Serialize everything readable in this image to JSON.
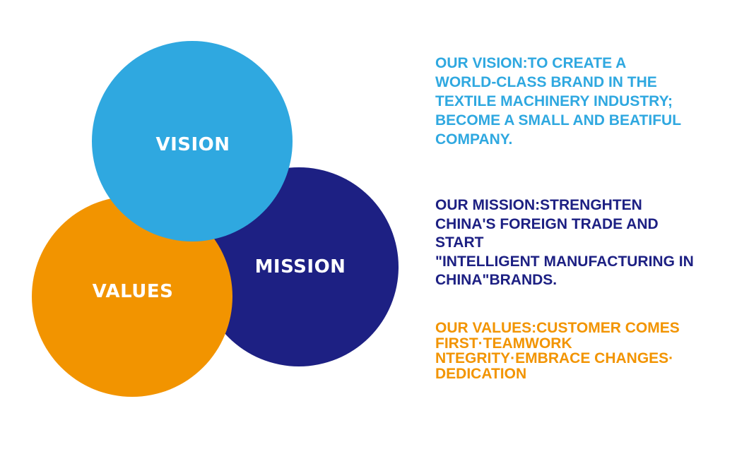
{
  "colors": {
    "vision": "#2FA8E0",
    "mission": "#1D2083",
    "values": "#F29400"
  },
  "circles": {
    "vision": "VISION",
    "mission": "MISSION",
    "values": "VALUES"
  },
  "statements": {
    "vision": [
      "OUR VISION:TO CREATE A",
      "WORLD-CLASS BRAND IN THE",
      "TEXTILE MACHINERY INDUSTRY;",
      "BECOME A SMALL AND BEATIFUL",
      "COMPANY."
    ],
    "mission": [
      "OUR MISSION:STRENGHTEN",
      "CHINA'S FOREIGN TRADE AND",
      "START",
      "\"INTELLIGENT MANUFACTURING IN",
      "CHINA\"BRANDS."
    ],
    "values": [
      "OUR VALUES:CUSTOMER COMES",
      "FIRST·TEAMWORK",
      "NTEGRITY·EMBRACE CHANGES·",
      "DEDICATION"
    ]
  }
}
